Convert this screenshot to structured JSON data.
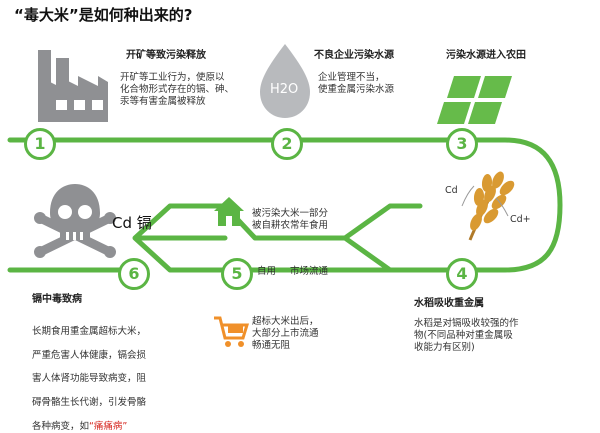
{
  "title": "“毒大米”是如何种出来的?",
  "colors": {
    "green": "#5bb544",
    "text": "#222222",
    "gray": "#8f9093",
    "orange": "#f0902a",
    "red": "#d6261e"
  },
  "steps": [
    {
      "number": "1",
      "heading": "开矿等致污染释放",
      "body": "开矿等工业行为，使原以\n化合物形式存在的镉、砷、\n汞等有害金属被释放",
      "icon": "factory-icon"
    },
    {
      "number": "2",
      "heading": "不良企业污染水源",
      "body": "企业管理不当，\n使重金属污染水源",
      "icon": "water-drop-icon",
      "icon_label": "H2O"
    },
    {
      "number": "3",
      "heading": "污染水源进入农田",
      "icon": "farmland-icon"
    },
    {
      "number": "4",
      "heading": "水稻吸收重金属",
      "body": "水稻是对镉吸收较强的作\n物(不同品种对重金属吸\n收能力有区别)",
      "icon": "rice-icon",
      "labels": [
        "Cd",
        "Cd+"
      ]
    },
    {
      "number": "5",
      "labels": [
        "自用",
        "市场流通"
      ]
    },
    {
      "number": "6",
      "heading": "镉中毒致病",
      "body_lines": [
        "长期食用重金属超标大米，",
        "严重危害人体健康，镉会损",
        "害人体肾功能导致病变，阻",
        "碍骨骼生长代谢，引发骨骼",
        "各种病变，如"
      ],
      "highlight": "“痛痛病”",
      "icon": "skull-icon",
      "icon_label": "Cd\n镉"
    }
  ],
  "branches": {
    "home": {
      "text": "被污染大米一部分\n被自耕农常年食用",
      "icon": "house-icon"
    },
    "market": {
      "text": "超标大米出后，\n大部分上市流通\n畅通无阻",
      "icon": "shopping-cart-icon"
    }
  }
}
